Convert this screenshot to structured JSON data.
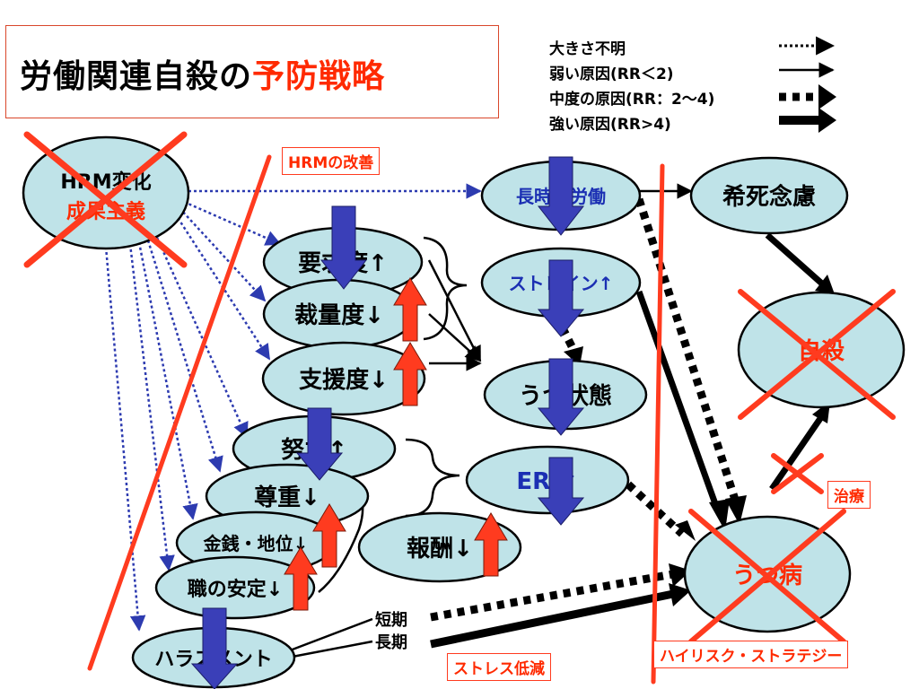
{
  "title": {
    "main": "労働関連自殺の",
    "highlight": "予防戦略"
  },
  "legend": {
    "unknown": "大きさ不明",
    "weak": "弱い原因(RR＜2)",
    "medium": "中度の原因(RR：2～4)",
    "strong": "強い原因(RR>4)"
  },
  "nodes": {
    "hrm_line1": "HRM変化",
    "hrm_line2": "成果主義",
    "long_hours": "長時間労働",
    "suicidal": "希死念慮",
    "demand": "要求度↑",
    "control": "裁量度↓",
    "support": "支援度↓",
    "strain": "ストレイン↑",
    "depressive_state": "うつ状態",
    "suicide": "自殺",
    "effort": "努力↑",
    "esteem": "尊重↓",
    "money": "金銭・地位↓",
    "job_security": "職の安定↓",
    "eri": "ERI↑",
    "reward": "報酬↓",
    "depression": "うつ病",
    "harassment": "ハラスメント"
  },
  "labels": {
    "hrm_improvement": "HRMの改善",
    "treatment": "治療",
    "short_term": "短期",
    "long_term": "長期",
    "stress_reduction": "ストレス低減",
    "high_risk": "ハイリスク・ストラテジー"
  },
  "colors": {
    "node_fill": "#bfe3e8",
    "node_stroke": "#000000",
    "dotted_blue": "#2d3bb0",
    "down_arrow": "#3a3fb8",
    "up_arrow": "#ff3b1f",
    "cross": "#ff3b1f",
    "accent_text": "#ff2a00",
    "strain_text": "#1b2fb3"
  }
}
